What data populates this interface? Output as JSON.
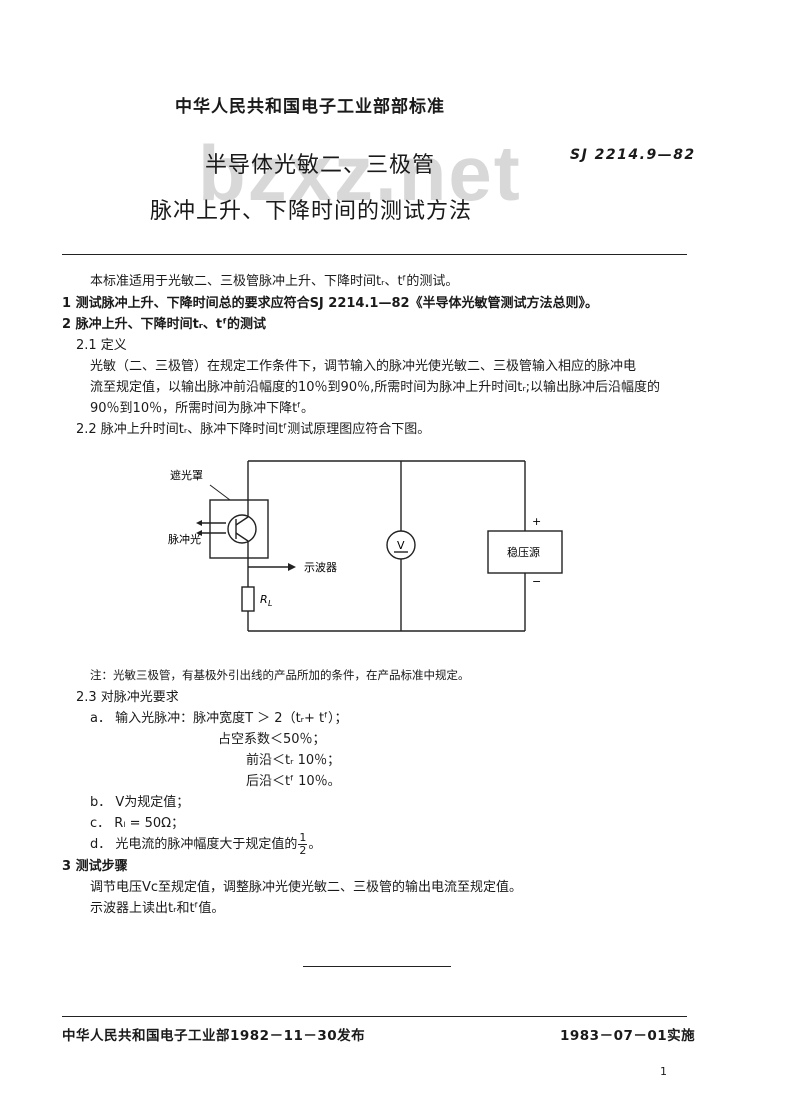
{
  "header": {
    "org_standard": "中华人民共和国电子工业部部标准",
    "title_line1": "半导体光敏二、三极管",
    "title_line2": "脉冲上升、下降时间的测试方法",
    "standard_no": "SJ 2214.9—82",
    "watermark": "bzxz.net"
  },
  "body": {
    "intro": "本标准适用于光敏二、三极管脉冲上升、下降时间tᵣ、tᶠ的测试。",
    "s1": "1   测试脉冲上升、下降时间总的要求应符合SJ 2214.1—82《半导体光敏管测试方法总则》。",
    "s2": "2   脉冲上升、下降时间tᵣ、tᶠ的测试",
    "s2_1": "2.1   定义",
    "def_line1": "光敏（二、三极管）在规定工作条件下，调节输入的脉冲光使光敏二、三极管输入相应的脉冲电",
    "def_line2": "流至规定值，以输出脉冲前沿幅度的10％到90％,所需时间为脉冲上升时间tᵣ;以输出脉冲后沿幅度的",
    "def_line3": "90％到10％，所需时间为脉冲下降tᶠ。",
    "s2_2": "2.2   脉冲上升时间tᵣ、脉冲下降时间tᶠ测试原理图应符合下图。",
    "note": "注：光敏三极管，有基极外引出线的产品所加的条件，在产品标准中规定。",
    "s2_3": "2.3   对脉冲光要求",
    "a_line": "a．  输入光脉冲：脉冲宽度T ＞ 2（tᵣ+ tᶠ）；",
    "a_duty": "占空系数＜50％；",
    "a_front": "前沿＜tᵣ 10％；",
    "a_back": "后沿＜tᶠ 10％。",
    "b_line": "b．  V为规定值；",
    "c_line": "c．  Rₗ = 50Ω；",
    "d_line": "d．  光电流的脉冲幅度大于规定值的",
    "d_num": "1",
    "d_den": "2",
    "d_end": "。",
    "s3": "3   测试步骤",
    "s3_line1": "调节电压Vᴄ至规定值，调整脉冲光使光敏二、三极管的输出电流至规定值。",
    "s3_line2": "示波器上读出tᵣ和tᶠ值。"
  },
  "diagram": {
    "label_shield": "遮光罩",
    "label_pulse_light": "脉冲光",
    "label_oscilloscope": "示波器",
    "label_resistor": "R",
    "label_resistor_sub": "L",
    "label_voltmeter": "V",
    "label_psu": "稳压源",
    "label_plus": "+",
    "label_minus": "−"
  },
  "footer": {
    "issued": "中华人民共和国电子工业部1982－11－30发布",
    "effective": "1983－07－01实施",
    "page_number": "1"
  }
}
